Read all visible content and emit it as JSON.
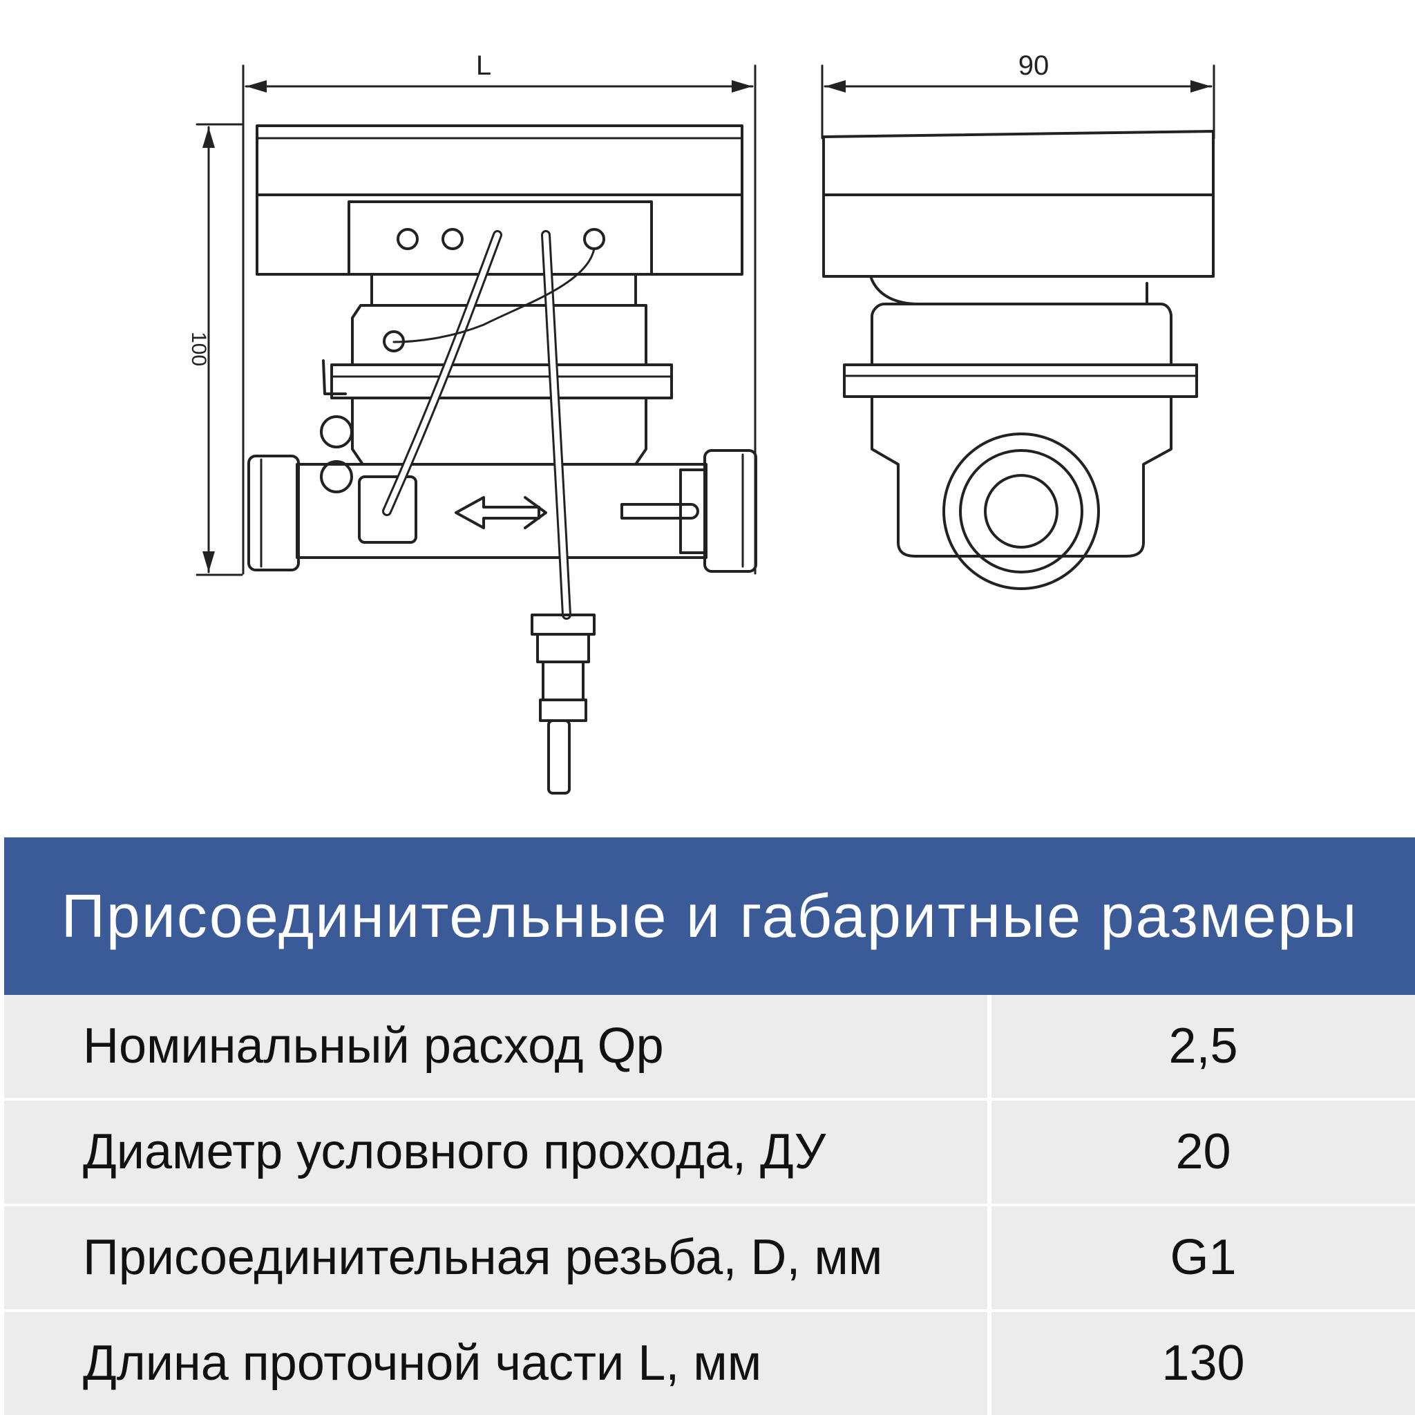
{
  "drawing": {
    "dimension_length_label": "L",
    "dimension_width_label": "90",
    "dimension_height_label": "100"
  },
  "header": {
    "title": "Присоединительные и габаритные размеры"
  },
  "specs": {
    "rows": [
      {
        "label": "Номинальный расход Qp",
        "value": "2,5"
      },
      {
        "label": "Диаметр условного прохода, ДУ",
        "value": "20"
      },
      {
        "label": "Присоединительная резьба, D, мм",
        "value": "G1"
      },
      {
        "label": "Длина проточной части L, мм",
        "value": "130"
      }
    ]
  }
}
